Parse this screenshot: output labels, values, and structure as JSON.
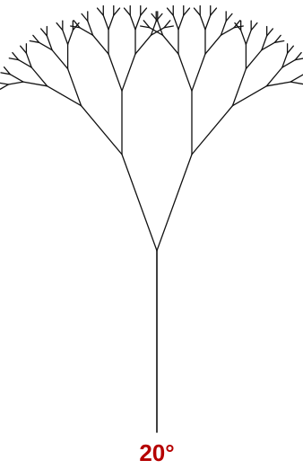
{
  "figure": {
    "angle_label": "20°",
    "branch_angle_degrees": 20,
    "recursion_depth": 6,
    "branch_color": "#111111",
    "label_color": "#b50000",
    "background_color": "#ffffff"
  }
}
